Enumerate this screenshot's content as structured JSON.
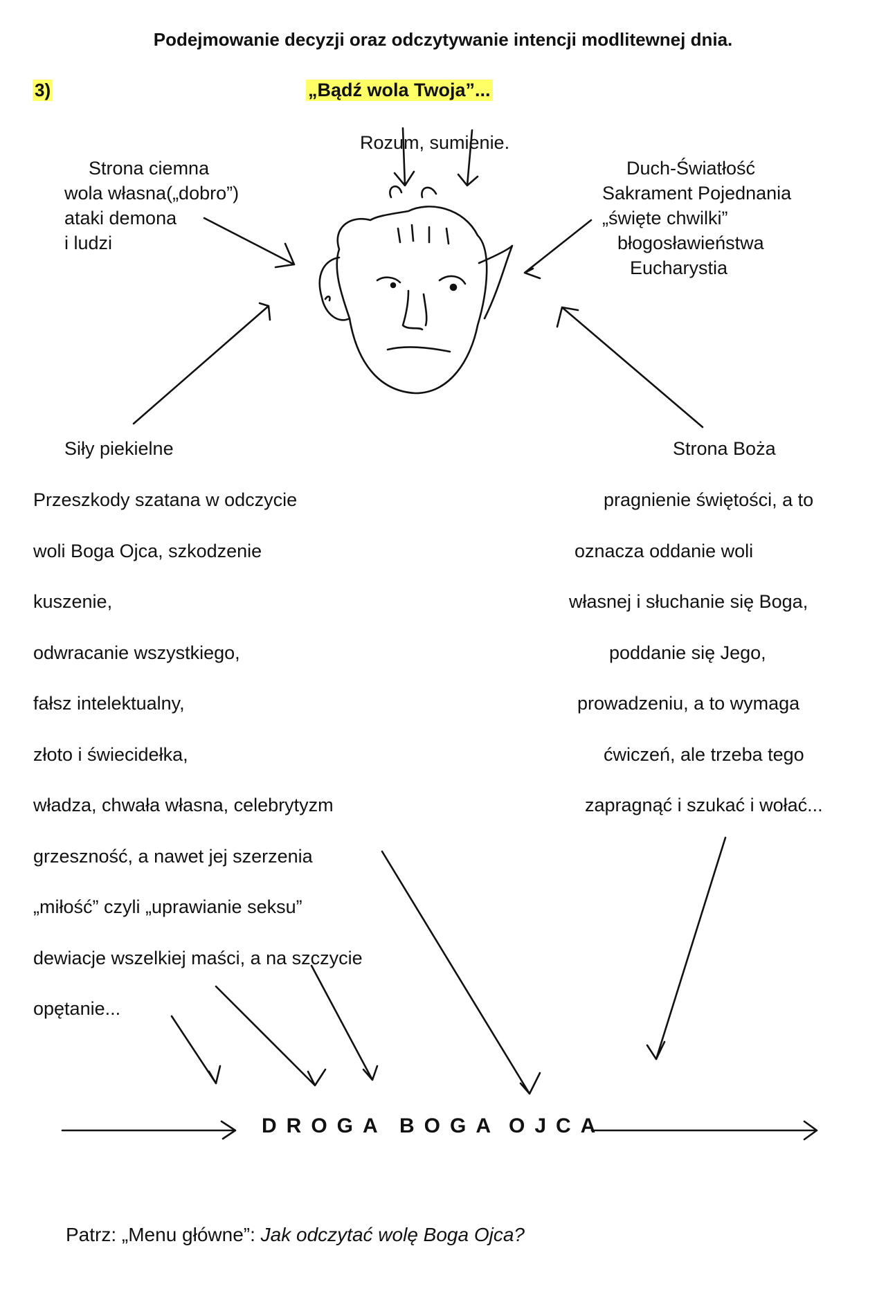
{
  "header": {
    "title": "Podejmowanie decyzji oraz odczytywanie intencji modlitewnej dnia.",
    "number": "3)",
    "subtitle": "„Bądź wola Twoja”..."
  },
  "diagram": {
    "top": "Rozum, sumienie.",
    "left": [
      "Strona ciemna",
      "wola własna(„dobro”)",
      "ataki demona",
      "i ludzi"
    ],
    "right": [
      "Duch-Światłość",
      "Sakrament Pojednania",
      "„święte chwilki”",
      "błogosławieństwa",
      "Eucharystia"
    ],
    "bottom_left": "Siły piekielne",
    "bottom_right": "Strona Boża"
  },
  "left_column": [
    "Przeszkody szatana w odczycie",
    "woli Boga Ojca, szkodzenie",
    "kuszenie,",
    "odwracanie wszystkiego,",
    "fałsz intelektualny,",
    "złoto i świecidełka,",
    "władza, chwała własna, celebrytyzm",
    "grzeszność, a nawet jej szerzenia",
    "„miłość” czyli „uprawianie seksu”",
    "dewiacje wszelkiej maści, a na szczycie",
    "opętanie..."
  ],
  "right_column": [
    "pragnienie świętości, a to",
    "oznacza oddanie woli",
    "własnej i słuchanie się Boga,",
    "poddanie się Jego,",
    "prowadzeniu, a to wymaga",
    "ćwiczeń, ale trzeba tego",
    "zapragnąć i szukać i wołać..."
  ],
  "road": [
    "DROGA",
    "BOGA",
    "OJCA"
  ],
  "footer": {
    "prefix": "Patrz: „Menu główne”: ",
    "link": "Jak odczytać wolę Boga Ojca?"
  }
}
